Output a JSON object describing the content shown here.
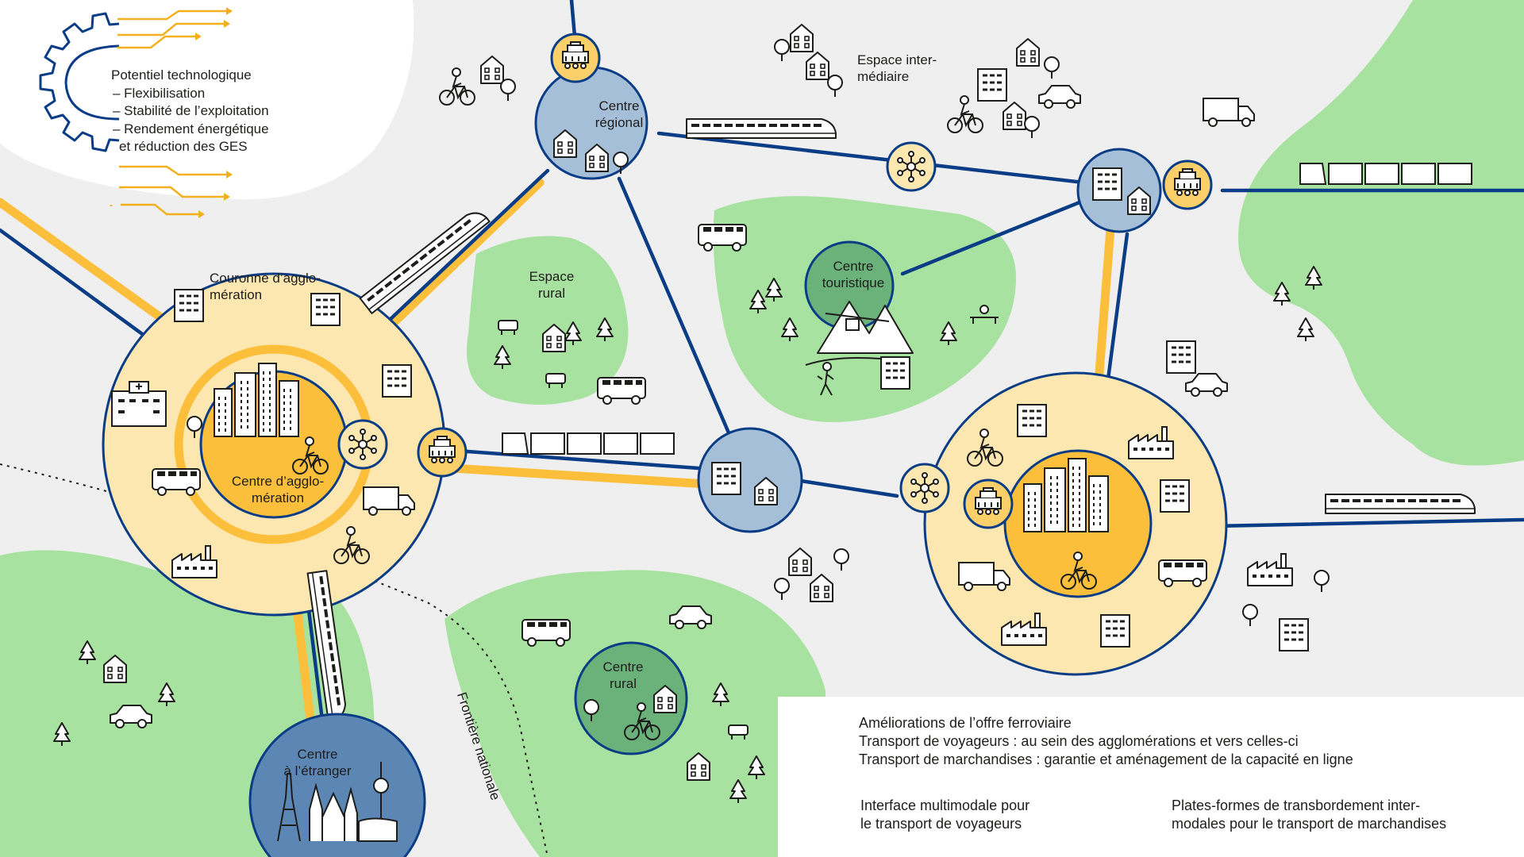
{
  "technology": {
    "title": "Potentiel technologique",
    "items": [
      "– Flexibilisation",
      "– Stabilité de l’exploitation",
      "– Rendement énergétique",
      "et réduction des GES"
    ]
  },
  "places": {
    "couronne": "Couronne d’agglo-\nmération",
    "centre_agglo": "Centre d’agglo-\nmération",
    "centre_regional": "Centre\nrégional",
    "centre_touristique": "Centre\ntouristique",
    "espace_rural": "Espace\nrural",
    "espace_intermediaire": "Espace inter-\nmédiaire",
    "centre_rural": "Centre\nrural",
    "centre_etranger": "Centre\nà l’étranger",
    "frontiere": "Frontière nationale"
  },
  "legend": {
    "rail_title": "Améliorations de l’offre ferroviaire",
    "rail_passengers": "Transport de voyageurs : au sein des agglomérations et vers celles-ci",
    "rail_freight": "Transport de marchandises : garantie et aménagement de la capacité en ligne",
    "multimodal": "Interface multimodale pour\nle transport de voyageurs",
    "transshipment": "Plates-formes de transbordement inter-\nmodales pour le transport de marchandises"
  },
  "colors": {
    "background": "#efefef",
    "green_area": "#a8e2a0",
    "line_blue": "#0b3d86",
    "rail_yellow": "#fbbf3c",
    "agglo_ring": "#fde7b0",
    "agglo_core": "#fbbf3c",
    "regional_blue": "#a6bfd9",
    "touristic_green": "#6ab27a",
    "foreign_blue": "#5c87b5",
    "tech_orange": "#f2b01e"
  },
  "icons": [
    "gear-icon",
    "circuit-icon",
    "building-icon",
    "tree-icon",
    "train-icon",
    "freight-train-icon",
    "bus-icon",
    "truck-icon",
    "car-icon",
    "bicycle-icon",
    "cargo-bike-icon",
    "factory-icon",
    "hospital-icon",
    "farm-icon",
    "tractor-icon",
    "cow-icon",
    "mountain-icon",
    "cable-car-icon",
    "hiker-icon",
    "bench-icon",
    "eiffel-tower-icon",
    "cathedral-icon",
    "tv-tower-icon",
    "colosseum-icon",
    "multimodal-hub-icon",
    "freight-hub-icon"
  ]
}
